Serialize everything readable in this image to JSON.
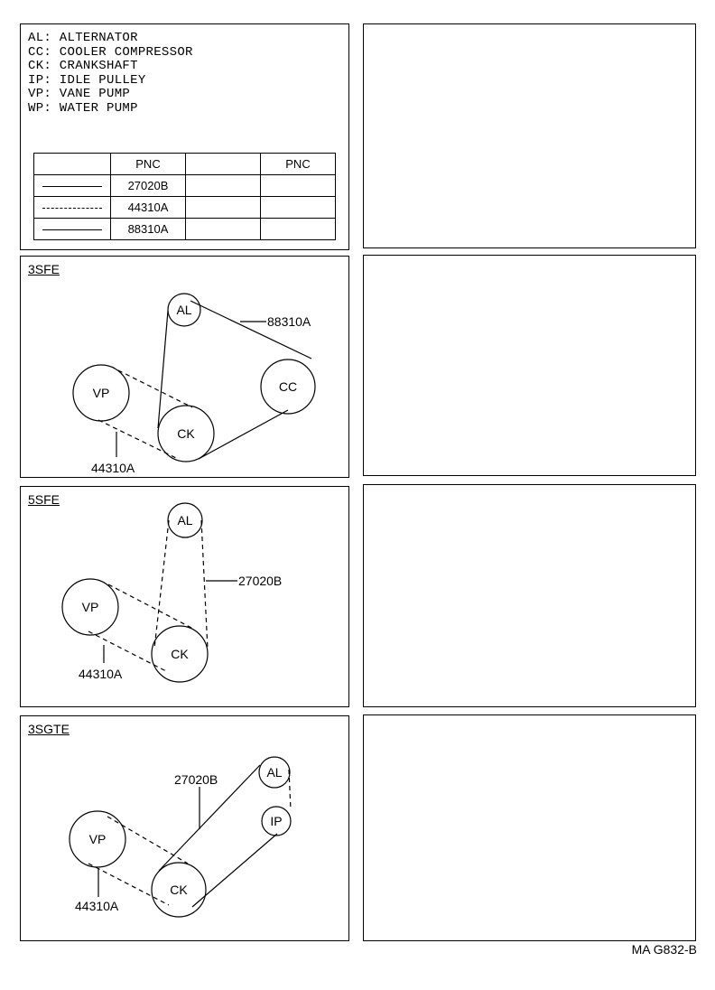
{
  "legend": {
    "lines": [
      "AL: ALTERNATOR",
      "CC: COOLER COMPRESSOR",
      "CK: CRANKSHAFT",
      "IP: IDLE PULLEY",
      "VP: VANE PUMP",
      "WP: WATER PUMP"
    ]
  },
  "pnc_table": {
    "headers": [
      "",
      "PNC",
      "",
      "PNC"
    ],
    "rows": [
      {
        "line_style": "solid",
        "pnc": "27020B"
      },
      {
        "line_style": "dashed",
        "pnc": "44310A"
      },
      {
        "line_style": "solid",
        "pnc": "88310A"
      }
    ]
  },
  "diagrams": [
    {
      "engine": "3SFE",
      "pulleys": {
        "al": "AL",
        "cc": "CC",
        "vp": "VP",
        "ck": "CK"
      },
      "callouts": {
        "belt1": "88310A",
        "belt2": "44310A"
      }
    },
    {
      "engine": "5SFE",
      "pulleys": {
        "al": "AL",
        "vp": "VP",
        "ck": "CK"
      },
      "callouts": {
        "belt1": "27020B",
        "belt2": "44310A"
      }
    },
    {
      "engine": "3SGTE",
      "pulleys": {
        "al": "AL",
        "ip": "IP",
        "vp": "VP",
        "ck": "CK"
      },
      "callouts": {
        "belt1": "27020B",
        "belt2": "44310A"
      }
    }
  ],
  "footer": {
    "code": "MA G832-B"
  }
}
